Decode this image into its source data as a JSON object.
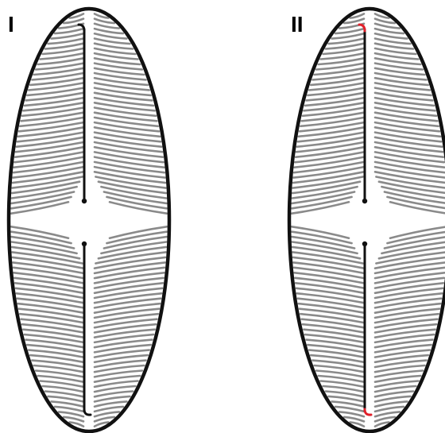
{
  "panels": [
    {
      "label": "I",
      "raphe_ends": "hooked",
      "raphe_end_color": "#111111"
    },
    {
      "label": "II",
      "raphe_ends": "hooked",
      "raphe_end_color": "#e0202a"
    }
  ],
  "colors": {
    "outline": "#111111",
    "striae": "#8a8a8a",
    "raphe": "#111111",
    "background": "#ffffff"
  }
}
